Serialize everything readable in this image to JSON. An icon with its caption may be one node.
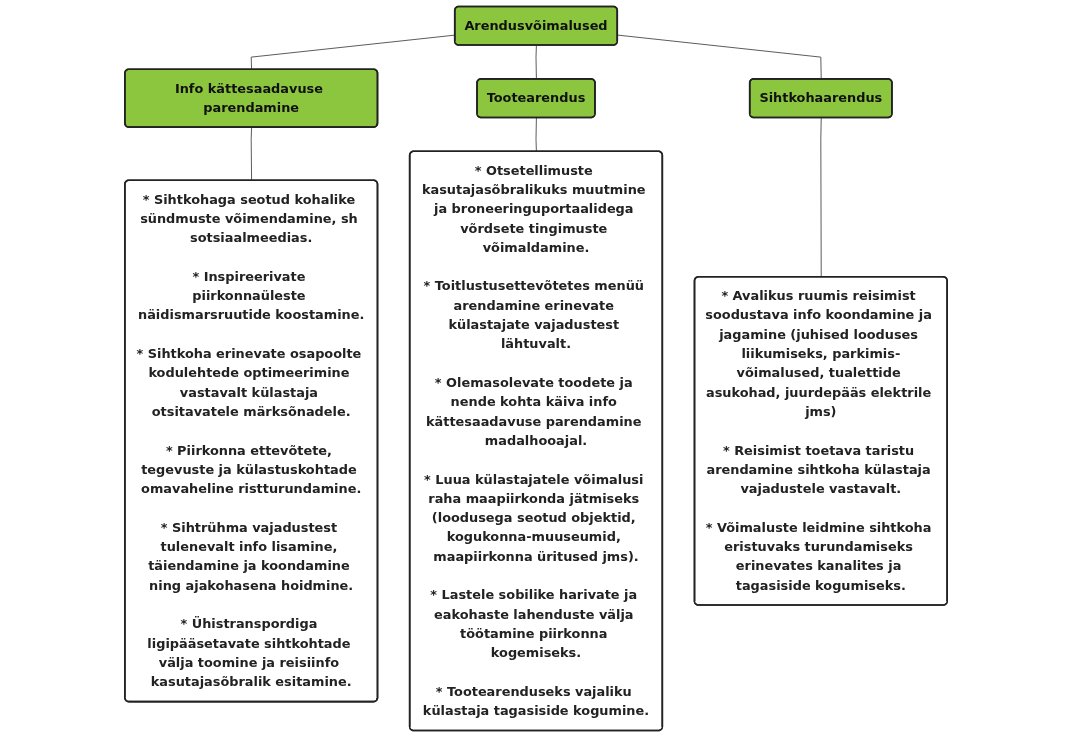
{
  "diagram": {
    "nodes": [
      {
        "text": [
          "Arendusvõimalused"
        ]
      },
      {
        "text": [
          "Info kättesaadavuse parendamine"
        ]
      },
      {
        "text": [
          "Tootearendus"
        ]
      },
      {
        "text": [
          "Sihtkohaarendus"
        ]
      },
      {
        "text": [
          "* Sihtkohaga seotud kohalike sündmuste võimendamine, sh sotsiaalmeedias.",
          "* Inspireerivate piirkonnaüleste näidismarsruutide koostamine.",
          "* Sihtkoha erinevate osapoolte kodulehtede optimeerimine vastavalt külastaja otsitavatele märksõnadele.",
          "* Piirkonna ettevõtete, tegevuste ja külastuskohtade omavaheline ristturundamine.",
          "* Sihtrühma vajadustest tulenevalt info lisamine, täiendamine ja koondamine ning ajakohasena hoidmine.",
          "* Ühistranspordiga ligipääsetavate sihtkohtade välja toomine ja reisiinfo kasutajasõbralik esitamine."
        ]
      },
      {
        "text": [
          "* Otsetellimuste kasutajasõbralikuks muutmine ja broneeringuportaalidega võrdsete tingimuste võimaldamine.",
          "* Toitlustusettevõtetes menüü arendamine erinevate külastajate vajadustest lähtuvalt.",
          "* Olemasolevate toodete ja nende kohta käiva info kättesaadavuse parendamine madalhooajal.",
          "* Luua külastajatele võimalusi raha maapiirkonda jätmiseks (loodusega seotud objektid, kogukonna-muuseumid, maapiirkonna üritused jms).",
          "* Lastele sobilike harivate ja eakohaste lahenduste välja töötamine piirkonna kogemiseks.",
          "* Tootearenduseks vajaliku külastaja tagasiside kogumine."
        ]
      },
      {
        "text": [
          "* Avalikus ruumis reisimist soodustava info koondamine ja jagamine (juhised looduses liikumiseks, parkimis-võimalused, tualettide asukohad, juurdepääs elektrile jms)",
          "* Reisimist toetava taristu arendamine sihtkoha külastaja vajadustele vastavalt.",
          "* Võimaluste leidmine sihtkoha eristuvaks turundamiseks erinevates kanalites ja tagasiside kogumiseks."
        ]
      }
    ],
    "edges": [
      {
        "from": 0,
        "to": 1,
        "arrow": "none"
      },
      {
        "from": 0,
        "to": 2,
        "arrow": "none"
      },
      {
        "from": 0,
        "to": 3,
        "arrow": "none"
      },
      {
        "from": 1,
        "to": 4,
        "arrow": "none"
      },
      {
        "from": 2,
        "to": 5,
        "arrow": "none"
      },
      {
        "from": 3,
        "to": 6,
        "arrow": "none"
      }
    ]
  }
}
